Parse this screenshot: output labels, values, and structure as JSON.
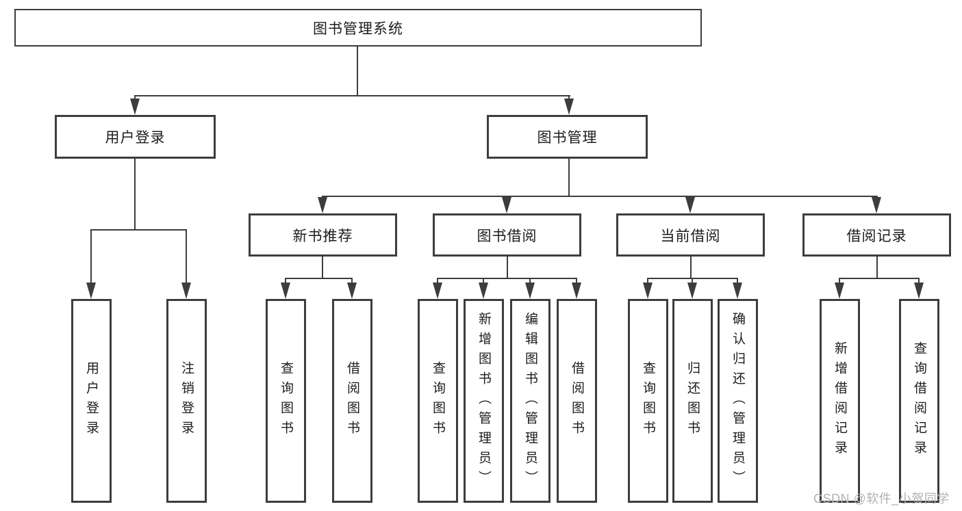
{
  "diagram": {
    "root_label": "图书管理系统",
    "level2": {
      "user_login": "用户登录",
      "book_mgmt": "图书管理"
    },
    "level3": {
      "new_book": "新书推荐",
      "book_borrow": "图书借阅",
      "current_borrow": "当前借阅",
      "borrow_record": "借阅记录"
    },
    "leaves": {
      "user_login": [
        "用户登录",
        "注销登录"
      ],
      "new_book": [
        "查询图书",
        "借阅图书"
      ],
      "book_borrow": [
        "查询图书",
        "新增图书（管理员）",
        "编辑图书（管理员）",
        "借阅图书"
      ],
      "current_borrow": [
        "查询图书",
        "归还图书",
        "确认归还（管理员）"
      ],
      "borrow_record": [
        "新增借阅记录",
        "查询借阅记录"
      ]
    }
  },
  "watermark": {
    "text": "CSDN @软件_小贺同学"
  },
  "colors": {
    "line": "#3d3d3d",
    "text": "#1c1c1c",
    "watermark": "#b2b2b2",
    "background": "#ffffff"
  }
}
